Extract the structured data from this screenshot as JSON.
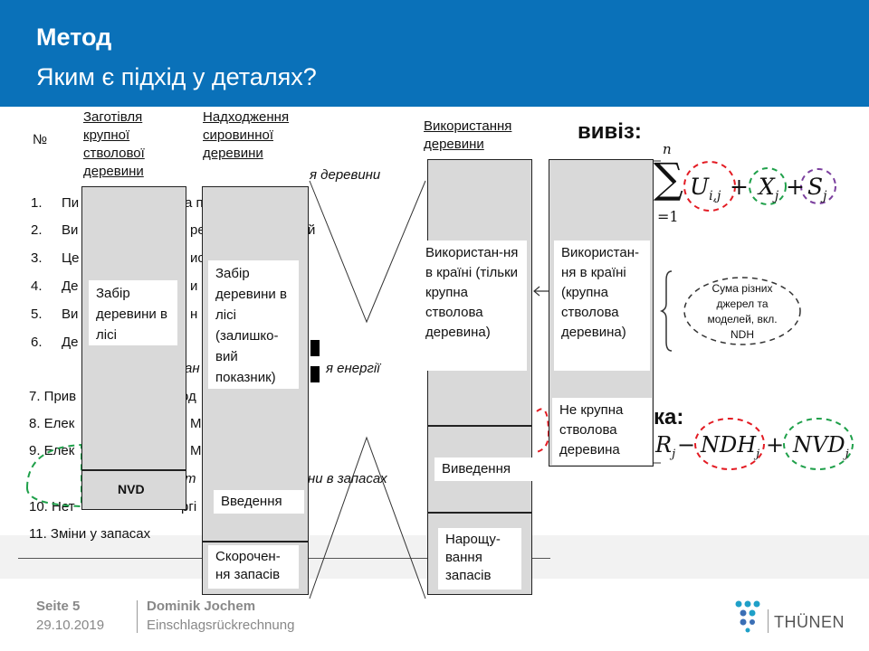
{
  "header": {
    "title": "Метод",
    "subtitle": "Яким є підхід у деталях?"
  },
  "table": {
    "number_header": "№",
    "rows": [
      {
        "num": "1.",
        "text": "Пи"
      },
      {
        "num": "2.",
        "text": "Ви"
      },
      {
        "num": "3.",
        "text": "Це"
      },
      {
        "num": "4.",
        "text": "Де"
      },
      {
        "num": "5.",
        "text": "Ви"
      },
      {
        "num": "6.",
        "text": "Де"
      },
      {
        "num": "",
        "text": "7. Прив"
      },
      {
        "num": "",
        "text": "8. Елек"
      },
      {
        "num": "",
        "text": "9. Елек"
      },
      {
        "num": "",
        "text": "10. Нет"
      },
      {
        "num": "",
        "text": "11. Зміни у запасах"
      }
    ],
    "fragments": {
      "r1": "а п",
      "r2": "рев",
      "r2b": "й",
      "r3": "ис",
      "r4": "и",
      "r5": "н",
      "r8": "М",
      "r9": "М",
      "r7": "од",
      "r10": "ргі",
      "section1": "я деревини",
      "section2": "я енергії",
      "section2b": "ан",
      "section3": "ни в запасах",
      "section3b": "т"
    }
  },
  "columns": {
    "col1": {
      "label": "Заготівля крупної стволової деревини",
      "box": "Забір деревини в лісі",
      "bottom": "NVD"
    },
    "col2": {
      "label": "Надходження сировинної деревини",
      "box": "Забір деревини в лісі (залишко-вий показник)",
      "intro": "Введення",
      "reduce": "Скорочен-ня запасів"
    },
    "col3": {
      "label": "Використання деревини",
      "box": "Використан-ня в країні (тільки крупна стволова деревина)",
      "intro": "Виведення",
      "growth": "Нарощу-вання запасів"
    },
    "col4": {
      "box": "Використан-ня в країні (крупна стволова деревина)",
      "lower": "Не крупна стволова деревина"
    }
  },
  "formula": {
    "export_label": "вивіз:",
    "sum_top": "n",
    "sum_bottom": "=1",
    "term_u": "U",
    "term_u_sub": "i,j",
    "term_x": "X",
    "term_x_sub": "j",
    "term_s": "S",
    "term_s_sub": "j",
    "plus": "+",
    "note": "Сума різних джерел та моделей, вкл. NDH",
    "second_label": "ка:",
    "r_term": "R",
    "r_sub": "j",
    "minus": "−",
    "ndh": "NDH",
    "ndh_sub": "j",
    "nvd": "NVD",
    "nvd_sub": "j"
  },
  "footer": {
    "page": "Seite 5",
    "date": "29.10.2019",
    "author": "Dominik Jochem",
    "project": "Einschlagsrückrechnung",
    "logo": "THÜNEN"
  },
  "colors": {
    "header": "#0a71b9",
    "column": "#d9d9d9",
    "red": "#e31b23",
    "green": "#1fa04a",
    "purple": "#7b3f9e"
  }
}
